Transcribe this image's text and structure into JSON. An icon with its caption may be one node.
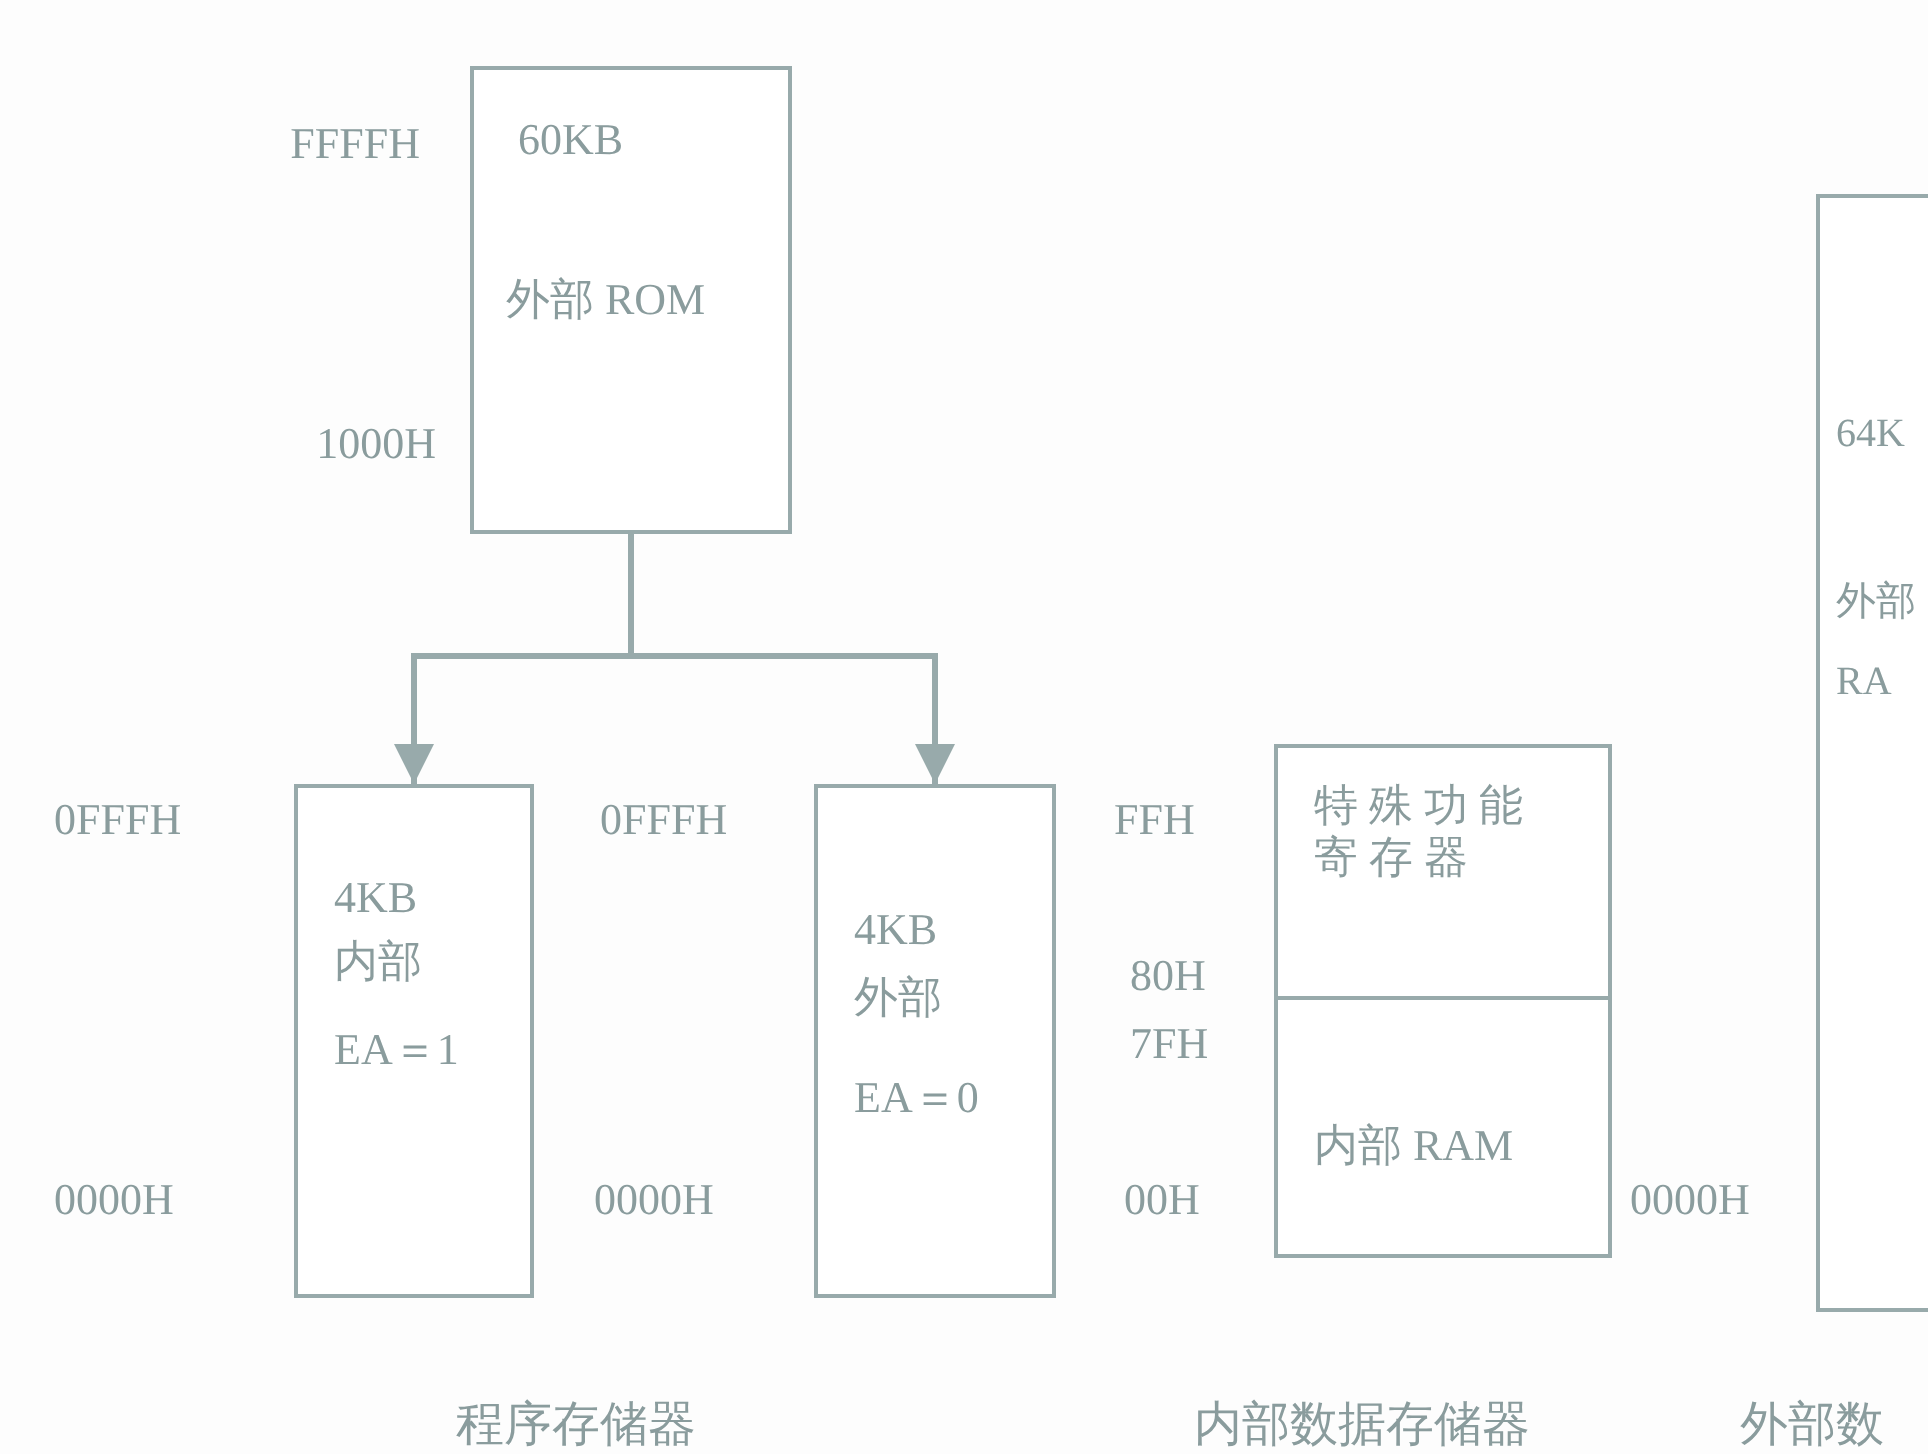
{
  "diagram": {
    "nodes": [
      {
        "text": [
          "60KB",
          "外部 ROM"
        ]
      },
      {
        "text": [
          "4KB",
          "内部",
          "EA＝1"
        ]
      },
      {
        "text": [
          "4KB",
          "外部",
          "EA＝0"
        ]
      },
      {
        "text": [
          "特殊功能寄存器"
        ]
      },
      {
        "text": [
          "内部 RAM"
        ]
      },
      {
        "text": [
          "64K",
          "外部",
          "RA"
        ]
      }
    ],
    "edges": [
      {
        "from": 0,
        "to": 1,
        "arrow": "to"
      },
      {
        "from": 0,
        "to": 2,
        "arrow": "to"
      }
    ],
    "labels": [
      "FFFFH",
      "1000H",
      "0FFFH",
      "0FFFH",
      "FFH",
      "80H",
      "7FH",
      "0000H",
      "0000H",
      "00H",
      "0000H",
      "程序存储器",
      "内部数据存储器",
      "外部数"
    ]
  }
}
